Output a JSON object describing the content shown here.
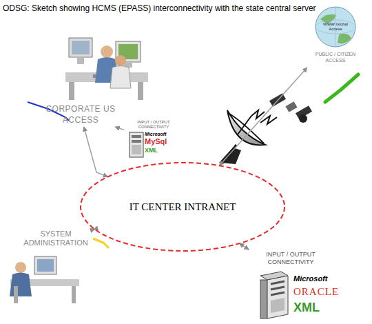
{
  "diagram": {
    "title": "ODSG: Sketch showing HCMS (EPASS) interconnectivity with the state central server",
    "nodes": [
      {
        "text": [
          "CORPORATE US ACCESS"
        ]
      },
      {
        "text": [
          "INPUT / OUTPUT CONNECTIVITY",
          "Microsoft",
          "MySql",
          "XML"
        ]
      },
      {
        "text": [
          "WWW Global Access",
          "PUBLIC / CITIZEN ACCESS"
        ]
      },
      {
        "text": [
          "IT CENTER INTRANET"
        ]
      },
      {
        "text": [
          "SYSTEM ADMINISTRATION"
        ]
      },
      {
        "text": [
          "INPUT / OUTPUT CONNECTIVITY",
          "Microsoft",
          "ORACLE",
          "XML"
        ]
      }
    ],
    "edges": [
      {
        "from": 3,
        "to": 0,
        "arrow": "both"
      },
      {
        "from": 1,
        "to": 0,
        "arrow": "to"
      },
      {
        "from": 3,
        "to": 2,
        "arrow": "both"
      },
      {
        "from": 4,
        "to": 3,
        "arrow": "both"
      },
      {
        "from": 3,
        "to": 5,
        "arrow": "both"
      }
    ]
  }
}
